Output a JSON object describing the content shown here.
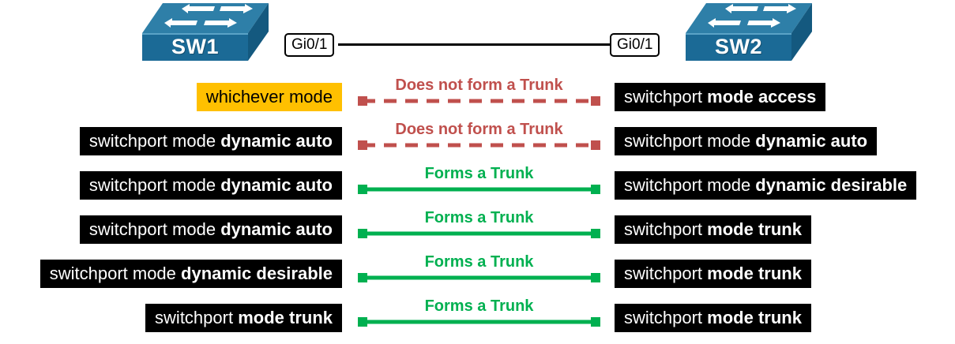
{
  "topology": {
    "left_switch": {
      "name": "SW1",
      "icon": "switch-icon"
    },
    "right_switch": {
      "name": "SW2",
      "icon": "switch-icon"
    },
    "left_interface": "Gi0/1",
    "right_interface": "Gi0/1",
    "link_color": "#000000"
  },
  "colors": {
    "switch_body": "#1B6A96",
    "switch_top": "#2E7FA8",
    "switch_side": "#14597F",
    "accent_amber": "#FFC000",
    "fail_red": "#C0504D",
    "pass_green": "#00B050",
    "command_bg": "#000000",
    "command_fg": "#FFFFFF"
  },
  "labels": {
    "fail": "Does not form a Trunk",
    "pass": "Forms a Trunk"
  },
  "rows": [
    {
      "result": "fail",
      "verdict": "Does not form a Trunk",
      "left": {
        "prefix": "whichever mode",
        "bold": "",
        "highlight": true
      },
      "right": {
        "prefix": "switchport ",
        "bold": "mode access",
        "highlight": false
      }
    },
    {
      "result": "fail",
      "verdict": "Does not form a Trunk",
      "left": {
        "prefix": "switchport mode ",
        "bold": "dynamic auto",
        "highlight": false
      },
      "right": {
        "prefix": "switchport mode ",
        "bold": "dynamic auto",
        "highlight": false
      }
    },
    {
      "result": "pass",
      "verdict": "Forms a Trunk",
      "left": {
        "prefix": "switchport mode ",
        "bold": "dynamic auto",
        "highlight": false
      },
      "right": {
        "prefix": "switchport mode ",
        "bold": "dynamic desirable",
        "highlight": false
      }
    },
    {
      "result": "pass",
      "verdict": "Forms a Trunk",
      "left": {
        "prefix": "switchport mode ",
        "bold": "dynamic auto",
        "highlight": false
      },
      "right": {
        "prefix": "switchport ",
        "bold": "mode trunk",
        "highlight": false
      }
    },
    {
      "result": "pass",
      "verdict": "Forms a Trunk",
      "left": {
        "prefix": "switchport mode ",
        "bold": "dynamic desirable",
        "highlight": false
      },
      "right": {
        "prefix": "switchport ",
        "bold": "mode trunk",
        "highlight": false
      }
    },
    {
      "result": "pass",
      "verdict": "Forms a Trunk",
      "left": {
        "prefix": "switchport ",
        "bold": "mode trunk",
        "highlight": false
      },
      "right": {
        "prefix": "switchport ",
        "bold": "mode trunk",
        "highlight": false
      }
    }
  ]
}
